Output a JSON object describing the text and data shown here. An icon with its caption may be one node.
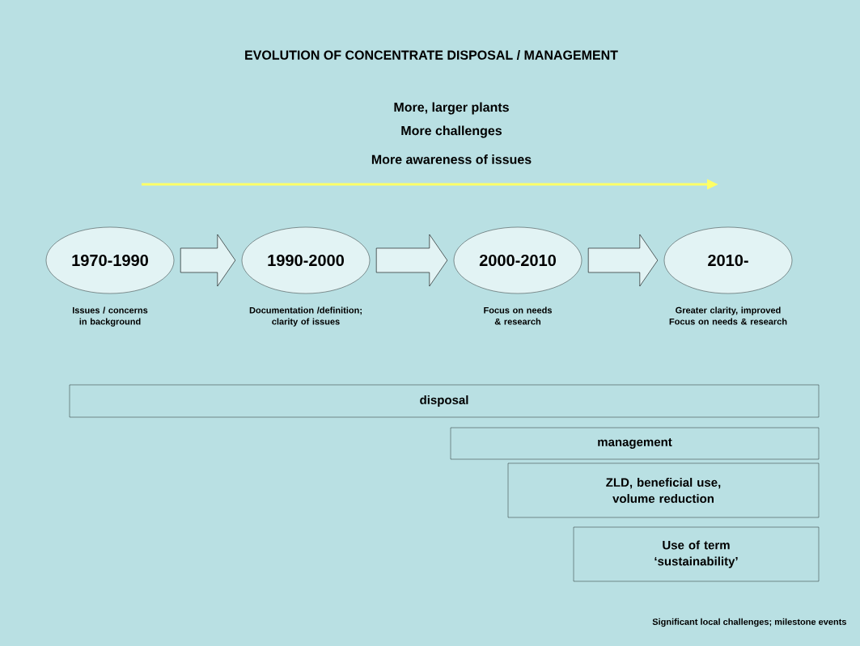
{
  "diagram": {
    "title": "EVOLUTION OF CONCENTRATE DISPOSAL / MANAGEMENT",
    "nodes": [
      {
        "text": [
          "1970-1990"
        ],
        "beside": [
          "Issues / concerns in background"
        ]
      },
      {
        "text": [
          "1990-2000"
        ],
        "beside": [
          "Documentation /definition; clarity of issues"
        ]
      },
      {
        "text": [
          "2000-2010"
        ],
        "beside": [
          "Focus on needs & research"
        ]
      },
      {
        "text": [
          "2010-"
        ],
        "beside": [
          "Greater clarity, improved Focus on needs & research"
        ]
      },
      {
        "text": [
          "disposal"
        ]
      },
      {
        "text": [
          "management"
        ]
      },
      {
        "text": [
          "ZLD, beneficial use, volume reduction"
        ]
      },
      {
        "text": [
          "Use of term ‘sustainability’"
        ]
      }
    ],
    "edges": [
      {
        "from": 0,
        "to": 1,
        "arrow": "to"
      },
      {
        "from": 1,
        "to": 2,
        "arrow": "to"
      },
      {
        "from": 2,
        "to": 3,
        "arrow": "to"
      }
    ],
    "labels": [
      "More, larger plants",
      "More challenges",
      "More awareness of issues",
      "Significant local challenges; milestone events"
    ]
  }
}
